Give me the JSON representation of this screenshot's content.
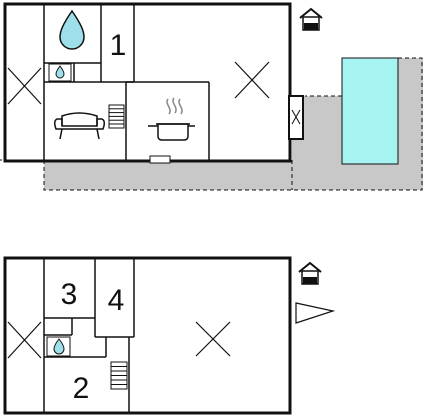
{
  "colors": {
    "wall": "#111111",
    "terrace": "#c8c8c8",
    "pool": "#a6f4f1",
    "drop": "#9edfe9",
    "background": "#ffffff"
  },
  "floors": [
    {
      "id": "ground-floor",
      "rooms": [
        {
          "id": "bedroom-1",
          "label": "1"
        }
      ],
      "icons": [
        "house-icon",
        "water-drop-icon",
        "small-water-drop-icon",
        "sofa-icon",
        "stairs-icon",
        "cooking-pot-icon",
        "door-icon"
      ]
    },
    {
      "id": "upper-floor",
      "rooms": [
        {
          "id": "bedroom-3",
          "label": "3"
        },
        {
          "id": "bedroom-4",
          "label": "4"
        },
        {
          "id": "bedroom-2",
          "label": "2"
        }
      ],
      "icons": [
        "house-icon",
        "small-water-drop-icon",
        "stairs-icon",
        "compass-arrow-icon"
      ]
    }
  ]
}
